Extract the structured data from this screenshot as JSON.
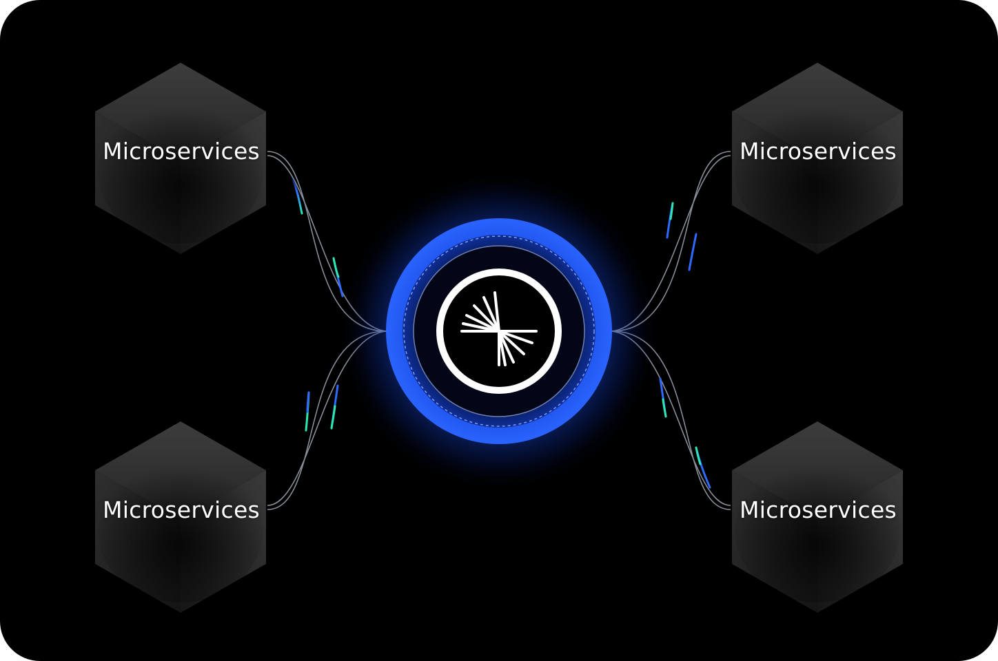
{
  "nodes": [
    {
      "id": "top-left",
      "label": "Microservices"
    },
    {
      "id": "bottom-left",
      "label": "Microservices"
    },
    {
      "id": "top-right",
      "label": "Microservices"
    },
    {
      "id": "bottom-right",
      "label": "Microservices"
    }
  ],
  "hub": {
    "icon": "starburst-logo-icon"
  },
  "colors": {
    "background": "#000000",
    "hub_glow": "#1f5cff",
    "connector": "#8a8f99",
    "pulse_blue": "#2f6bff",
    "pulse_green": "#2ee6b0"
  }
}
